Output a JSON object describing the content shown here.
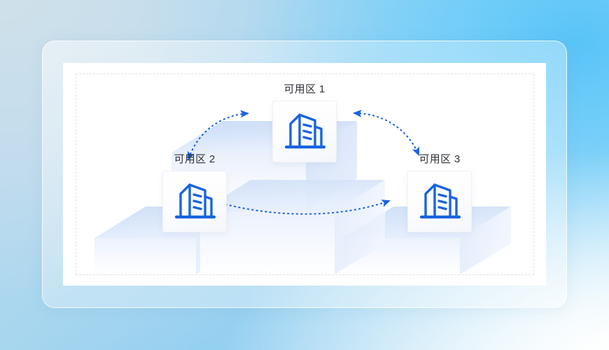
{
  "illustration": {
    "title": "Availability zones architecture illustration",
    "background": {
      "gradient_from": "#cadfeb",
      "gradient_mid": "#8ccdf2",
      "gradient_to": "#f2fafd"
    },
    "frame": {
      "name": "glass-frame",
      "border_color": "#ffffff",
      "fill": "rgba(255,255,255,0.4)"
    },
    "board": {
      "background": "#ffffff",
      "dashed_border_color": "#e2e2e4"
    },
    "accent_color": "#1a64e0",
    "icon_color": "#1a64e0",
    "label_color": "#2f3238",
    "platform_color": "#dbe6f8"
  },
  "zones": [
    {
      "id": "zone-1",
      "label": "可用区 1",
      "icon": "building-icon",
      "position": "top-center"
    },
    {
      "id": "zone-2",
      "label": "可用区 2",
      "icon": "building-icon",
      "position": "bottom-left"
    },
    {
      "id": "zone-3",
      "label": "可用区 3",
      "icon": "building-icon",
      "position": "bottom-right"
    }
  ],
  "connections": [
    {
      "id": "connection-zone1-zone2",
      "from": "可用区 1",
      "to": "可用区 2",
      "style": "dotted",
      "direction": "bidirectional",
      "color": "#1a64e0"
    },
    {
      "id": "connection-zone1-zone3",
      "from": "可用区 1",
      "to": "可用区 3",
      "style": "dotted",
      "direction": "bidirectional",
      "color": "#1a64e0"
    },
    {
      "id": "connection-zone2-zone3",
      "from": "可用区 2",
      "to": "可用区 3",
      "style": "dotted",
      "direction": "bidirectional",
      "color": "#1a64e0"
    }
  ]
}
